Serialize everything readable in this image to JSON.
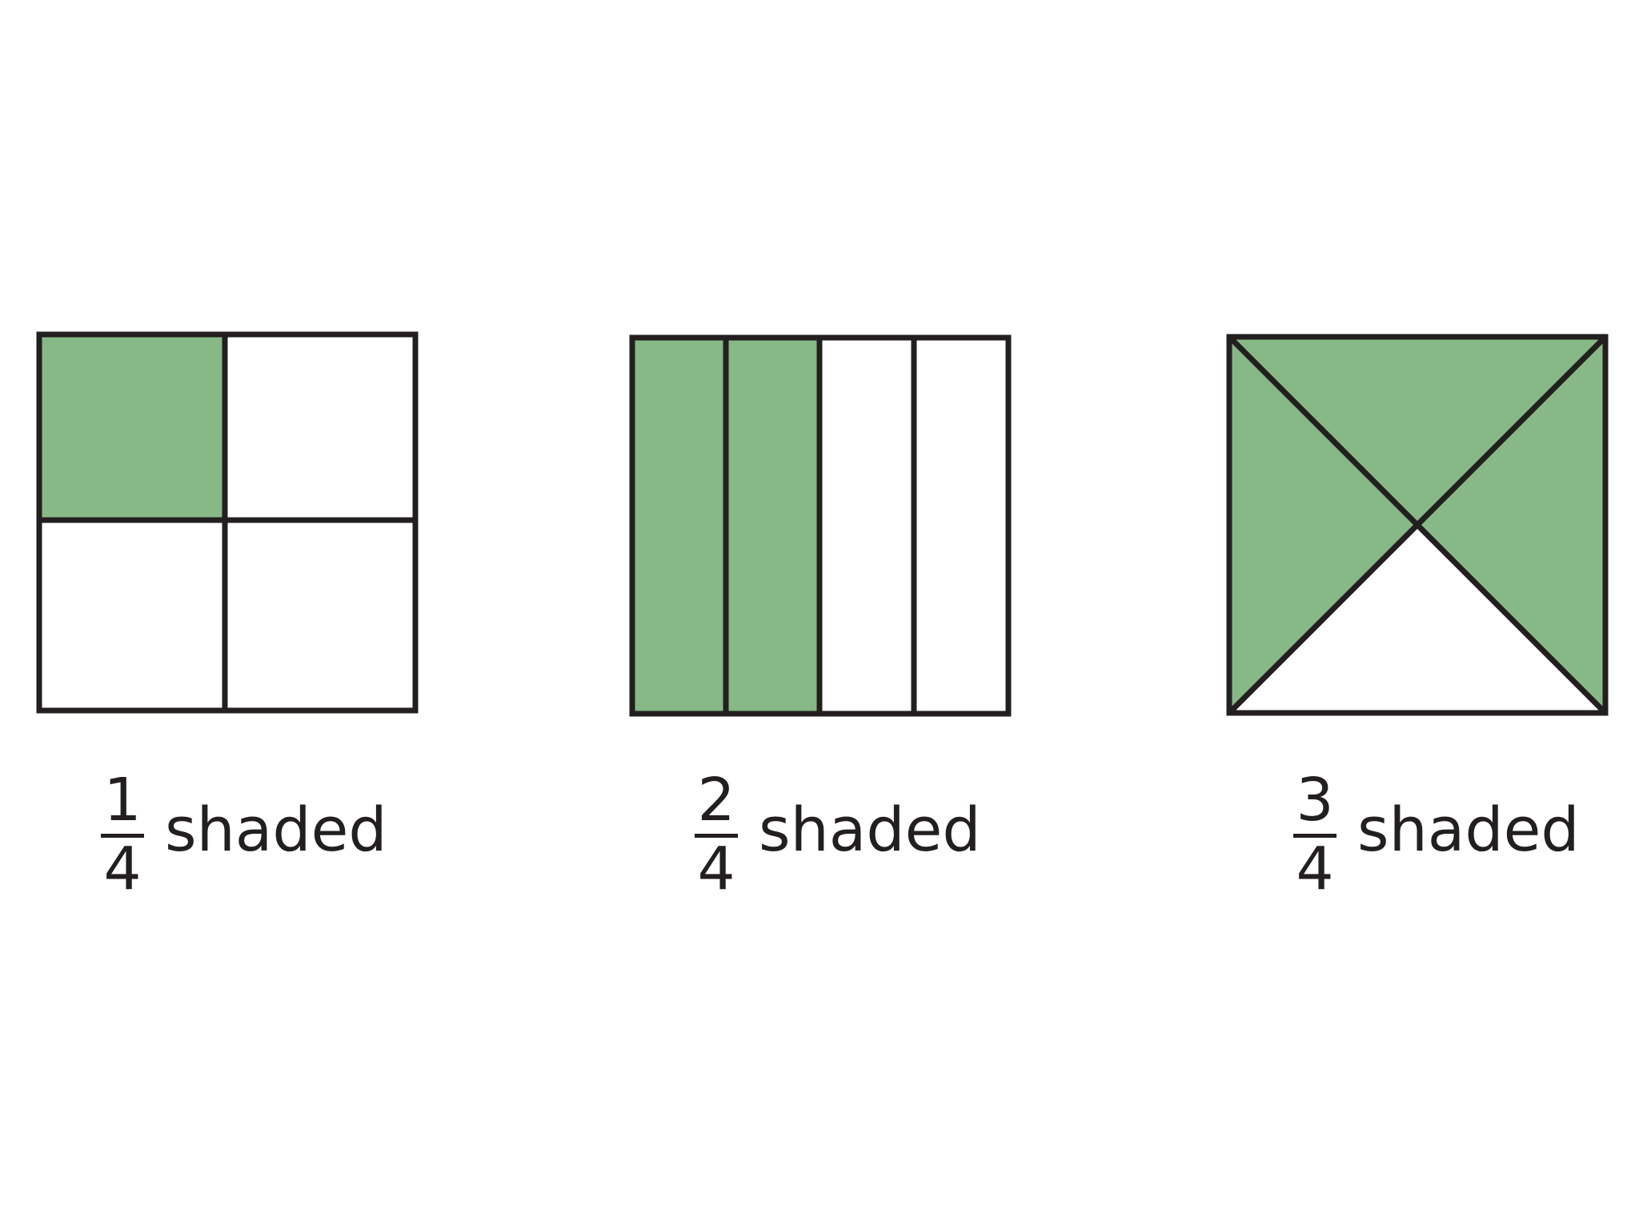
{
  "colors": {
    "shaded": "#86b985",
    "unshaded": "#ffffff",
    "outline": "#231f20"
  },
  "figures": [
    {
      "shape": "square-divided-into-2x2-grid",
      "parts": 4,
      "shaded_parts": 1,
      "label": {
        "numerator": "1",
        "denominator": "4",
        "text": "shaded"
      }
    },
    {
      "shape": "square-divided-into-4-vertical-strips",
      "parts": 4,
      "shaded_parts": 2,
      "label": {
        "numerator": "2",
        "denominator": "4",
        "text": "shaded"
      }
    },
    {
      "shape": "square-divided-by-diagonals-into-4-triangles",
      "parts": 4,
      "shaded_parts": 3,
      "label": {
        "numerator": "3",
        "denominator": "4",
        "text": "shaded"
      }
    }
  ]
}
